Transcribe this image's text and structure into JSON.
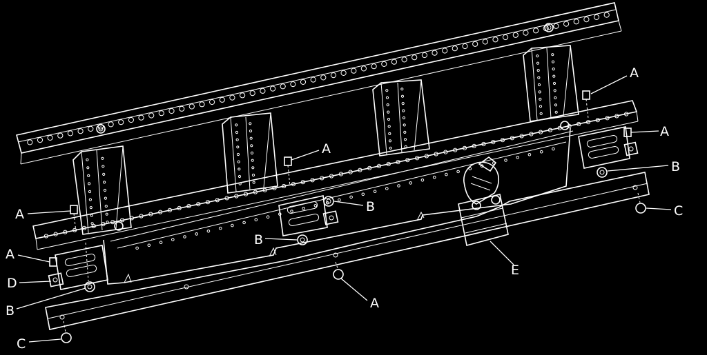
{
  "colors": {
    "background": "#000000",
    "line": "#ffffff"
  },
  "callouts": [
    {
      "id": "A"
    },
    {
      "id": "A"
    },
    {
      "id": "A"
    },
    {
      "id": "A"
    },
    {
      "id": "A"
    },
    {
      "id": "A"
    },
    {
      "id": "B"
    },
    {
      "id": "B"
    },
    {
      "id": "B"
    },
    {
      "id": "B"
    },
    {
      "id": "C"
    },
    {
      "id": "C"
    },
    {
      "id": "D"
    },
    {
      "id": "E"
    }
  ]
}
